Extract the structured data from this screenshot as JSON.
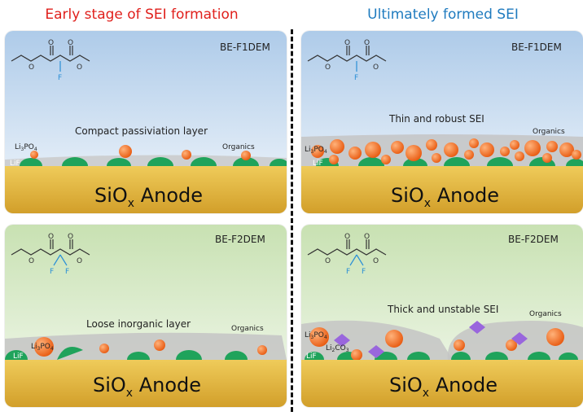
{
  "headers": {
    "left": {
      "text": "Early stage of SEI formation",
      "color": "#e0201c"
    },
    "right": {
      "text": "Ultimately formed SEI",
      "color": "#1f7bbf"
    }
  },
  "colors": {
    "panel_blue_top": "#aecbe9",
    "panel_green_top": "#c8e1b2",
    "anode": "#e2b53b",
    "lif": "#1fa35b",
    "li3po4": "#f06a1a",
    "li2co3": "#9966dd",
    "fluorine": "#2a8fd6",
    "gray_layer": "#c4c4c4"
  },
  "panels": [
    {
      "id": "tl",
      "additive": "BE-F1DEM",
      "layer_label": "Compact passiviation layer",
      "anode_main": "SiO",
      "anode_sub": "x",
      "anode_tail": " Anode",
      "lif": "LiF",
      "li3po4_main": "Li",
      "li3po4_sub1": "3",
      "li3po4_mid": "PO",
      "li3po4_sub2": "4",
      "organics": "Organics",
      "fluorine": "F"
    },
    {
      "id": "tr",
      "additive": "BE-F1DEM",
      "layer_label": "Thin and robust SEI",
      "anode_main": "SiO",
      "anode_sub": "x",
      "anode_tail": " Anode",
      "lif": "LiF",
      "li3po4_main": "Li",
      "li3po4_sub1": "3",
      "li3po4_mid": "PO",
      "li3po4_sub2": "4",
      "organics": "Organics",
      "fluorine": "F"
    },
    {
      "id": "bl",
      "additive": "BE-F2DEM",
      "layer_label": "Loose inorganic layer",
      "anode_main": "SiO",
      "anode_sub": "x",
      "anode_tail": " Anode",
      "lif": "LiF",
      "li3po4_main": "Li",
      "li3po4_sub1": "3",
      "li3po4_mid": "PO",
      "li3po4_sub2": "4",
      "organics": "Organics",
      "fluorine": "F"
    },
    {
      "id": "br",
      "additive": "BE-F2DEM",
      "layer_label": "Thick and unstable SEI",
      "anode_main": "SiO",
      "anode_sub": "x",
      "anode_tail": " Anode",
      "lif": "LiF",
      "li3po4_main": "Li",
      "li3po4_sub1": "3",
      "li3po4_mid": "PO",
      "li3po4_sub2": "4",
      "li2co3_main": "Li",
      "li2co3_sub1": "2",
      "li2co3_mid": "CO",
      "li2co3_sub2": "3",
      "organics": "Organics",
      "fluorine": "F"
    }
  ],
  "molecule": {
    "oxygen": "O"
  }
}
